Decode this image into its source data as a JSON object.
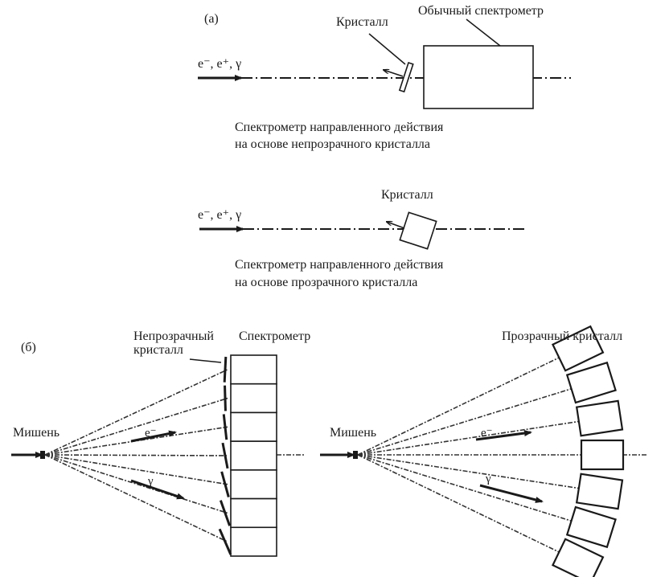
{
  "panel_a": {
    "label": "(а)",
    "opaque_setup": {
      "beam_label": "e⁻, e⁺, γ",
      "crystal_label": "Кристалл",
      "spectrometer_label": "Обычный спектрометр",
      "caption_line1": "Спектрометр направленного действия",
      "caption_line2": "на основе непрозрачного кристалла"
    },
    "transparent_setup": {
      "beam_label": "e⁻, e⁺, γ",
      "crystal_label": "Кристалл",
      "caption_line1": "Спектрометр направленного действия",
      "caption_line2": "на основе прозрачного кристалла"
    }
  },
  "panel_b": {
    "label": "(б)",
    "left": {
      "target_label": "Мишень",
      "crystal_label_line1": "Непрозрачный",
      "crystal_label_line2": "кристалл",
      "spectrometer_label": "Спектрометр",
      "electron_label": "e⁻",
      "gamma_label": "γ",
      "segments": 7
    },
    "right": {
      "target_label": "Мишень",
      "crystal_label": "Прозрачный кристалл",
      "electron_label": "e⁻",
      "gamma_label": "γ",
      "segments": 7
    }
  }
}
